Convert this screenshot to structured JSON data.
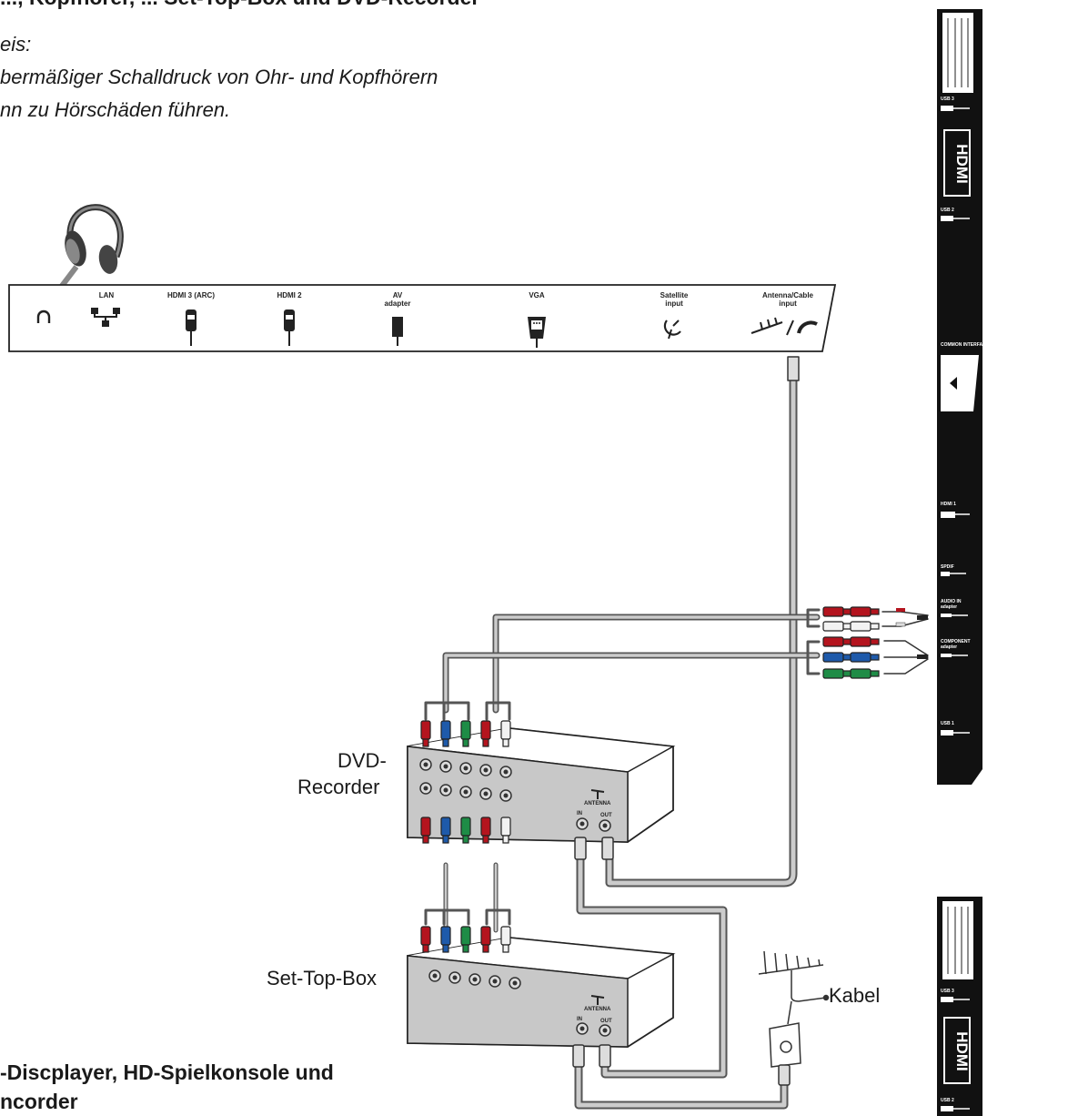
{
  "header": {
    "title": "..., Kopfhörer, ... Set-Top-Box und DVD-Recorder"
  },
  "note": {
    "line1": "eis:",
    "line2": "bermäßiger Schalldruck von Ohr- und Kopfhörern",
    "line3": "nn zu Hörschäden führen."
  },
  "panel_ports": [
    {
      "label": "",
      "icon": "headphone-jack-icon"
    },
    {
      "label": "LAN",
      "icon": "network-icon"
    },
    {
      "label": "HDMI 3 (ARC)",
      "icon": "hdmi-plug-icon"
    },
    {
      "label": "HDMI 2",
      "icon": "hdmi-plug-icon"
    },
    {
      "label": "AV\nadapter",
      "icon": "av-plug-icon"
    },
    {
      "label": "VGA",
      "icon": "vga-plug-icon"
    },
    {
      "label": "Satellite\ninput",
      "icon": "satellite-dish-icon"
    },
    {
      "label": "Antenna/Cable\ninput",
      "icon": "antenna-icon"
    }
  ],
  "devices": {
    "dvd_recorder": {
      "label_line1": "DVD-",
      "label_line2": "Recorder"
    },
    "set_top_box": {
      "label": "Set-Top-Box"
    }
  },
  "antenna": {
    "label": "Kabel"
  },
  "side_panel": {
    "ports": [
      "USB 3",
      "HDMI",
      "USB 2",
      "HDMI 1",
      "SPDIF",
      "AUDIO IN adapter",
      "COMPONENT adapter",
      "USB 1"
    ],
    "interface": "COMMON INTERFACE"
  },
  "device_port_labels": {
    "antenna": "ANTENNA",
    "in": "IN",
    "out": "OUT"
  },
  "bottom": {
    "line1": "-Discplayer, HD-Spielkonsole und",
    "line2": "ncorder"
  },
  "colors": {
    "red": "#b4141e",
    "blue": "#1e5aaa",
    "green": "#1e8c46",
    "white": "#f2f2f2",
    "cable": "#9a9a9a"
  }
}
